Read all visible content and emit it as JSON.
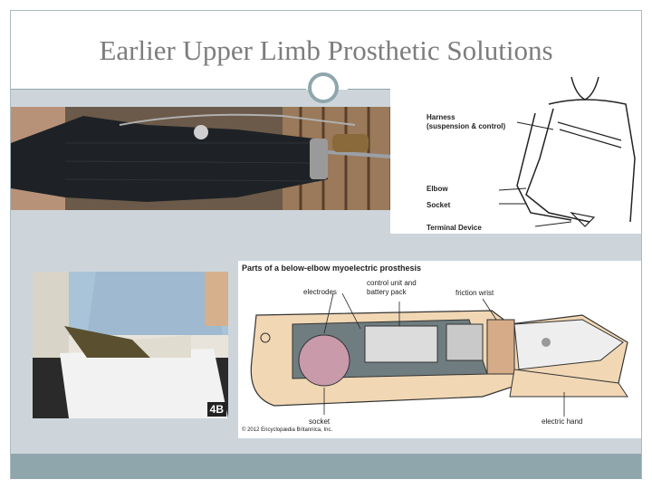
{
  "slide": {
    "title": "Earlier Upper Limb Prosthetic Solutions"
  },
  "diagram_harness": {
    "labels": {
      "harness": "Harness",
      "harness_sub": "(suspension & control)",
      "elbow": "Elbow",
      "socket": "Socket",
      "terminal_device": "Terminal Device"
    }
  },
  "photo_patient": {
    "badge": "4B"
  },
  "diagram_myoelectric": {
    "heading": "Parts of a below-elbow myoelectric prosthesis",
    "labels": {
      "electrodes": "electrodes",
      "control_unit_1": "control unit and",
      "control_unit_2": "battery pack",
      "friction_wrist": "friction wrist",
      "socket": "socket",
      "electric_hand": "electric hand"
    },
    "copyright": "© 2012 Encyclopædia Britannica, Inc."
  },
  "colors": {
    "frame": "#a9bcc0",
    "accent": "#8fa6ac",
    "panel": "#cdd5db",
    "title": "#7d7d7d"
  }
}
